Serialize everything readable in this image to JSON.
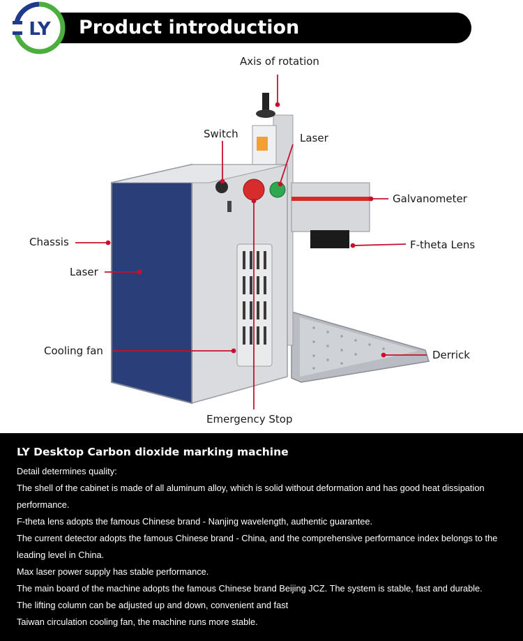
{
  "header": {
    "logo_text": "LY",
    "title": "Product introduction"
  },
  "callouts": {
    "axis_of_rotation": "Axis of rotation",
    "switch": "Switch",
    "laser_top": "Laser",
    "galvanometer": "Galvanometer",
    "chassis": "Chassis",
    "f_theta_lens": "F-theta Lens",
    "laser_side": "Laser",
    "cooling_fan": "Cooling fan",
    "derrick": "Derrick",
    "emergency_stop": "Emergency Stop"
  },
  "colors": {
    "header_bg": "#000000",
    "logo_blue": "#1f3a8a",
    "logo_green": "#4caf3d",
    "callout_line": "#c8102e",
    "panel_blue": "#2a3f7a"
  },
  "description": {
    "title": "LY Desktop Carbon dioxide marking machine",
    "lines": [
      "Detail determines quality:",
      "The shell of the cabinet is made of all aluminum alloy, which is solid without deformation and has good heat dissipation",
      "performance.",
      "F-theta lens adopts the famous Chinese brand - Nanjing wavelength, authentic guarantee.",
      "The current detector adopts the famous Chinese brand - China, and the comprehensive performance index belongs to the",
      "leading level in China.",
      "Max laser power supply has stable performance.",
      "The main board of the machine adopts the famous Chinese brand Beijing JCZ. The system is stable, fast and durable.",
      "The lifting column can be adjusted up and down, convenient and fast",
      "Taiwan circulation cooling fan, the machine runs more stable."
    ]
  }
}
